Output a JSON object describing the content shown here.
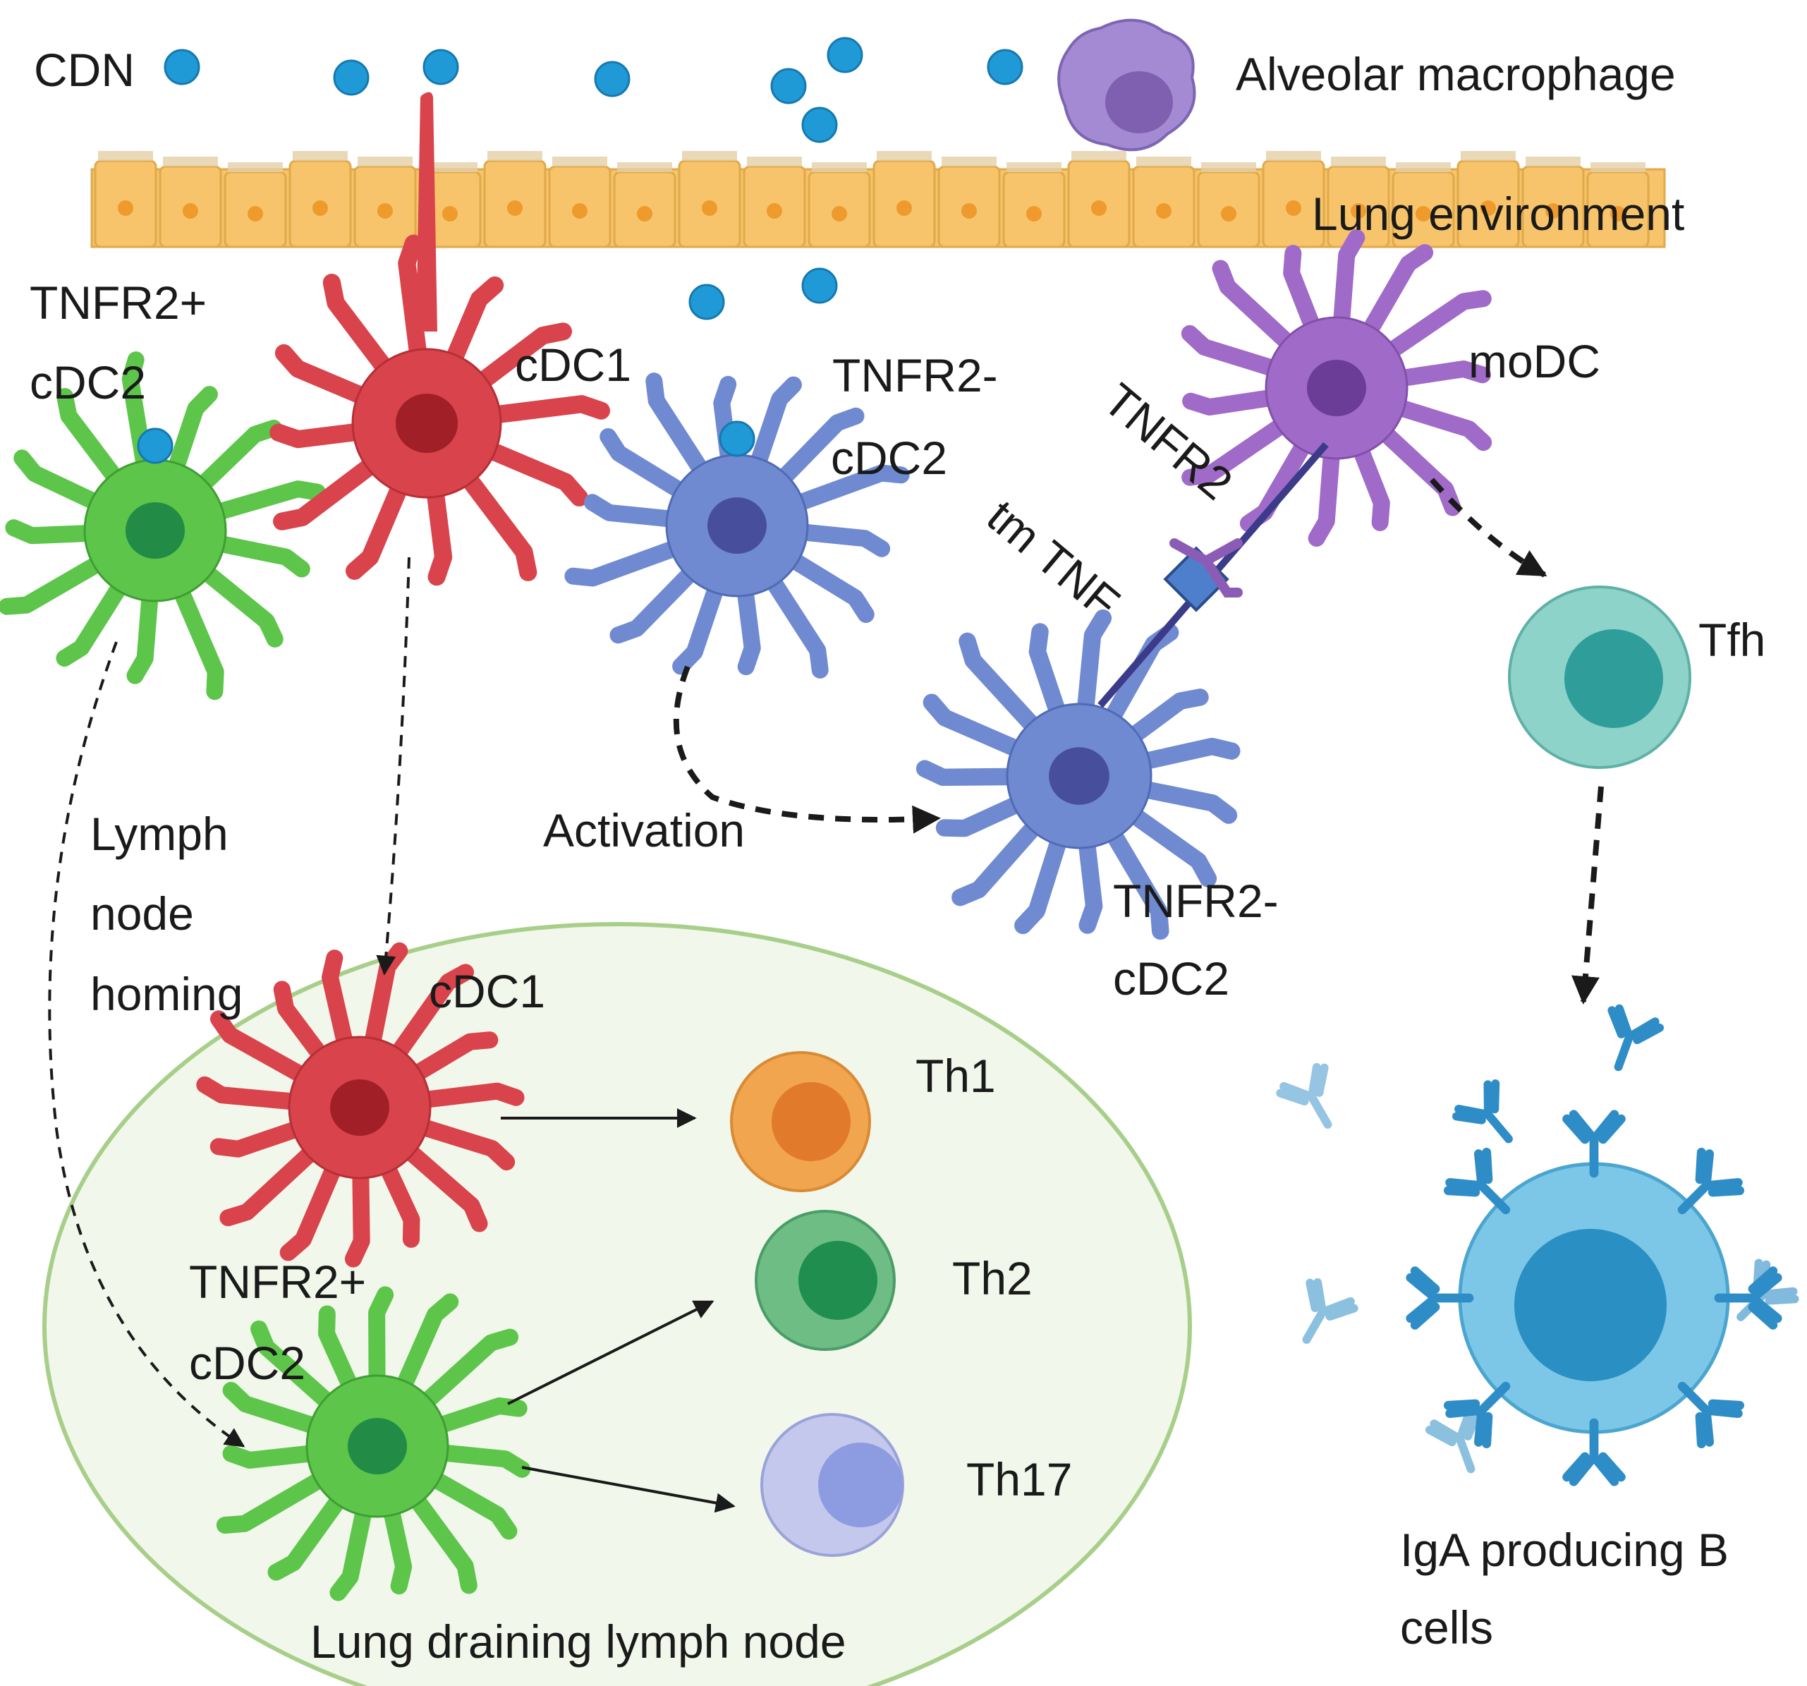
{
  "colors": {
    "cdn": "#1f9ad6",
    "epithelium": "#f7c46b",
    "cdc1": "#d9434b",
    "tnfr2_plus_cdc2": "#5cc54a",
    "tnfr2_minus_cdc2": "#6f8ad0",
    "modc": "#a06ac8",
    "macrophage": "#9f86cf",
    "tfh": "#86cfc6",
    "th1": "#ee9a3f",
    "th2": "#5fb37a",
    "th17": "#b9bfe8",
    "bcell": "#5cb9e0",
    "antibody": "#2e8dc6",
    "lymph_node_fill": "#f1f7ea",
    "lymph_node_border": "#a8cf8a",
    "arrow": "#1a1a1a"
  },
  "labels": {
    "cdn": "CDN",
    "alveolar_macrophage": "Alveolar macrophage",
    "lung_environment": "Lung environment",
    "tnfr2_plus_top_1": "TNFR2+",
    "tnfr2_plus_top_2": "cDC2",
    "cdc1_top": "cDC1",
    "tnfr2_minus_top_1": "TNFR2-",
    "tnfr2_minus_top_2": "cDC2",
    "modc": "moDC",
    "tnfr2_receptor": "TNFR2",
    "tm_tnf": "tm TNF",
    "tfh": "Tfh",
    "activation": "Activation",
    "tnfr2_minus_mid_1": "TNFR2-",
    "tnfr2_minus_mid_2": "cDC2",
    "lymph_1": "Lymph",
    "lymph_2": "node",
    "lymph_3": "homing",
    "cdc1_ln": "cDC1",
    "th1": "Th1",
    "th2": "Th2",
    "th17": "Th17",
    "tnfr2_plus_ln_1": "TNFR2+",
    "tnfr2_plus_ln_2": "cDC2",
    "lung_draining": "Lung draining lymph node",
    "iga_1": "IgA producing B",
    "iga_2": "cells"
  }
}
